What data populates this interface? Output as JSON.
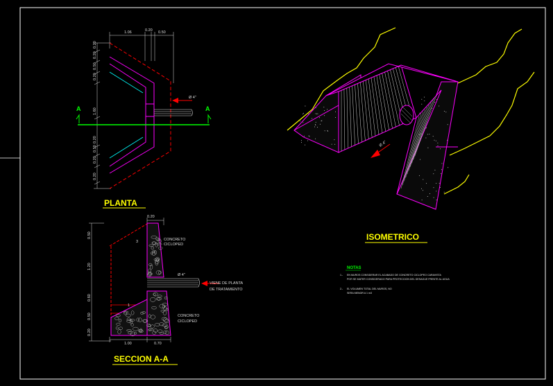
{
  "colors": {
    "background": "#000000",
    "frame": "#ffffff",
    "wall": "#ff00ff",
    "cyan": "#00ffff",
    "red": "#ff0000",
    "green": "#00ff00",
    "yellow": "#ffff00",
    "text": "#dcdcdc"
  },
  "planta": {
    "title": "PLANTA",
    "section_mark": "A",
    "pipe_label": "Ø 4\"",
    "top_dims": [
      "1.06",
      "0.20",
      "0.50"
    ],
    "left_dims": [
      "0.20",
      "0.20",
      "0.50",
      "0.20",
      "1.60",
      "0.20",
      "0.50",
      "0.20",
      "0.20"
    ]
  },
  "seccion": {
    "title": "SECCION A-A",
    "top_dim": "0.20",
    "concrete_top": [
      "CONCRETO",
      "CICLOPED"
    ],
    "concrete_bottom": [
      "CONCRETO",
      "CICLOPED"
    ],
    "inlet": [
      "VIENE DE PLANTA",
      "DE TRATAMIENTO"
    ],
    "pipe_label": "Ø 4\"",
    "slope_label": "3",
    "slope_label_2": "1",
    "left_dims": [
      "0.50",
      "1.20",
      "0.60",
      "0.50",
      "0.20"
    ],
    "bottom_dims": [
      "1.00",
      "0.70"
    ]
  },
  "isometrico": {
    "title": "ISOMETRICO",
    "pipe_label": "Ø 4\""
  },
  "notas": {
    "title": "NOTAS",
    "items": [
      {
        "num": "1.-",
        "lines": [
          "EN MUROS CONSIDERAR EL ACABADO DE CONCRETO CICLOPEO CARAVISTA",
          "POR SE MATER CONSIDERADO PARA PROTECCION DEL DESAGUE FRENTE AL AGUA"
        ]
      },
      {
        "num": "2.-",
        "lines": [
          "EL VOLUMEN TOTAL DEL MUROS, NO",
          "SERA MENOR A 1 m3"
        ]
      }
    ]
  }
}
